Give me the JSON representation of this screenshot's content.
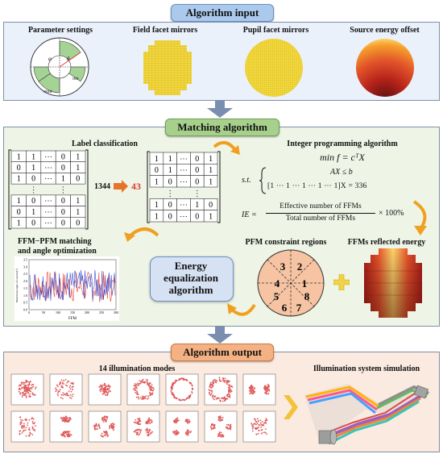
{
  "input": {
    "title": "Algorithm input",
    "labels": [
      "Parameter settings",
      "Field facet mirrors",
      "Pupil facet mirrors",
      "Source energy offset"
    ],
    "param_symbols": [
      "φ",
      "θ",
      "σin",
      "σout"
    ]
  },
  "matching": {
    "title": "Matching algorithm",
    "label_classification": "Label classification",
    "count_in": "1344",
    "count_out": "43",
    "matrix_left": [
      [
        "1",
        "1",
        "⋯",
        "0",
        "1"
      ],
      [
        "0",
        "1",
        "⋯",
        "0",
        "1"
      ],
      [
        "1",
        "0",
        "⋯",
        "1",
        "0"
      ],
      [
        "",
        "⋮",
        "",
        "⋮",
        ""
      ],
      [
        "1",
        "0",
        "⋯",
        "0",
        "1"
      ],
      [
        "0",
        "1",
        "⋯",
        "0",
        "1"
      ],
      [
        "1",
        "0",
        "⋯",
        "0",
        "0"
      ]
    ],
    "matrix_right": [
      [
        "1",
        "1",
        "⋯",
        "0",
        "1"
      ],
      [
        "0",
        "1",
        "⋯",
        "0",
        "1"
      ],
      [
        "1",
        "0",
        "⋯",
        "0",
        "1"
      ],
      [
        "",
        "⋮",
        "",
        "⋮",
        ""
      ],
      [
        "1",
        "0",
        "⋯",
        "1",
        "0"
      ],
      [
        "1",
        "0",
        "⋯",
        "0",
        "1"
      ]
    ],
    "ip_title": "Integer programming algorithm",
    "ip_objective": "min f = cᵀX",
    "ip_st": "s.t.",
    "ip_c1": "AX ≤ b",
    "ip_c2": "[1  ⋯  1  ⋯  1  ⋯  1  ⋯  1]X = 336",
    "ie_lhs": "IE =",
    "ie_num": "Effective number of FFMs",
    "ie_den": "Total number of FFMs",
    "ie_rhs": "× 100%",
    "ffm_pfm_title": "FFM−PFM matching",
    "ffm_pfm_title2": "and angle optimization",
    "energy_box": "Energy equalization algorithm",
    "pfm_title": "PFM constraint regions",
    "pfm_numbers": [
      "1",
      "2",
      "3",
      "4",
      "5",
      "6",
      "7",
      "8"
    ],
    "ffm_energy_title": "FFMs reflected energy",
    "plot_xlabel": "FFM",
    "plot_ylabel": "Maximum angle of rotation(°)",
    "plot_yticks": [
      "0.0",
      "0.5",
      "1.0",
      "1.5",
      "2.0",
      "2.5",
      "3.0",
      "3.5"
    ],
    "plot_xticks": [
      "0",
      "50",
      "100",
      "150",
      "200",
      "250",
      "300"
    ]
  },
  "output": {
    "title": "Algorithm output",
    "modes_title": "14 illumination modes",
    "sim_title": "Illumination system simulation"
  },
  "colors": {
    "input_pill": "#aac9ec",
    "matching_pill": "#a8d08d",
    "output_pill": "#f4b183",
    "input_bg": "#eaf1fb",
    "matching_bg": "#eef5e6",
    "output_bg": "#fbeadf",
    "arrow": "#7a8fb0",
    "accent_red": "#e03a2f",
    "orange": "#f0a020"
  }
}
